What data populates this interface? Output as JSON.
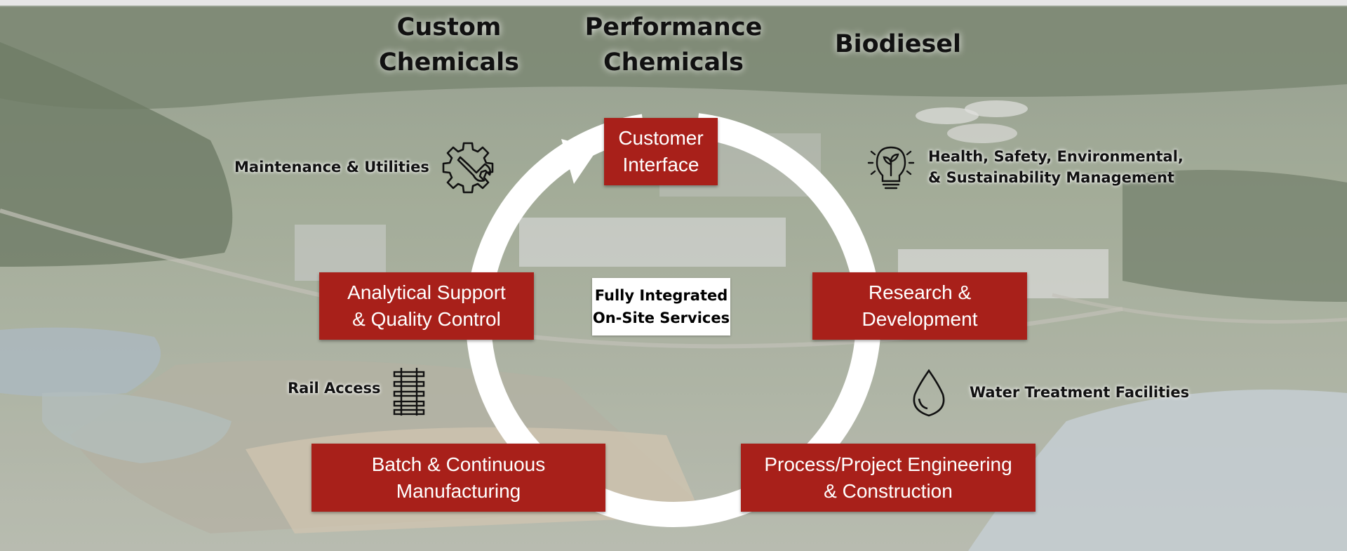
{
  "headers": {
    "custom_chemicals": [
      "Custom",
      "Chemicals"
    ],
    "performance_chemicals": [
      "Performance",
      "Chemicals"
    ],
    "biodiesel": "Biodiesel"
  },
  "cycle": {
    "customer_interface": [
      "Customer",
      "Interface"
    ],
    "research_development": [
      "Research &",
      "Development"
    ],
    "process_engineering": [
      "Process/Project Engineering",
      "& Construction"
    ],
    "batch_manufacturing": [
      "Batch & Continuous",
      "Manufacturing"
    ],
    "analytical_support": [
      "Analytical Support",
      "& Quality Control"
    ]
  },
  "center": [
    "Fully Integrated",
    "On-Site Services"
  ],
  "services": {
    "maintenance": "Maintenance & Utilities",
    "hse": [
      "Health, Safety, Environmental,",
      "& Sustainability Management"
    ],
    "rail": "Rail Access",
    "water": "Water Treatment Facilities"
  },
  "icons": {
    "maintenance": "wrench-gear-icon",
    "hse": "lightbulb-leaf-icon",
    "rail": "railroad-track-icon",
    "water": "water-drop-icon"
  },
  "colors": {
    "box_red": "#a8201a",
    "text_white": "#ffffff"
  }
}
